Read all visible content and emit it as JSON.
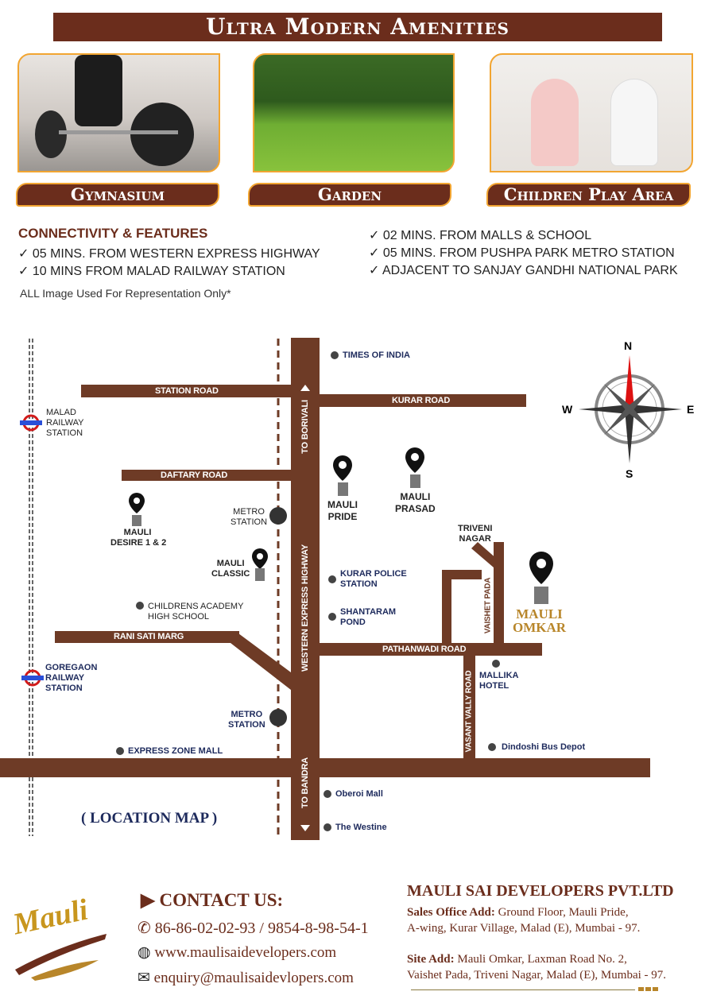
{
  "banner": {
    "title": "Ultra Modern Amenities"
  },
  "amenities": [
    {
      "label": "Gymnasium"
    },
    {
      "label": "Garden"
    },
    {
      "label": "Children Play Area"
    }
  ],
  "connectivity": {
    "heading": "CONNECTIVITY & FEATURES",
    "left": [
      "✓ 05 MINS. FROM WESTERN EXPRESS HIGHWAY",
      "✓ 10 MINS FROM MALAD RAILWAY STATION"
    ],
    "right": [
      "✓ 02 MINS. FROM MALLS & SCHOOL",
      "✓ 05 MINS. FROM PUSHPA PARK METRO STATION",
      "✓ ADJACENT TO SANJAY GANDHI NATIONAL PARK"
    ],
    "disclaimer": "ALL Image Used For Representation Only*"
  },
  "map": {
    "roads": {
      "station": "STATION ROAD",
      "kurar": "KURAR ROAD",
      "daftary": "DAFTARY ROAD",
      "rani": "RANI SATI MARG",
      "pathanwadi": "PATHANWADI ROAD",
      "weh": "WESTERN EXPRESS HIGHWAY",
      "borivali": "TO BORIVALI",
      "bandra": "TO BANDRA",
      "vaishet": "VAISHET PADA",
      "vasant": "VASANT VALLY ROAD"
    },
    "places": {
      "times": "TIMES OF INDIA",
      "malad1": "MALAD",
      "malad2": "RAILWAY",
      "malad3": "STATION",
      "goregaon1": "GOREGAON",
      "goregaon2": "RAILWAY",
      "goregaon3": "STATION",
      "metro1a": "METRO",
      "metro1b": "STATION",
      "metro2a": "METRO",
      "metro2b": "STATION",
      "desire1": "MAULI",
      "desire2": "DESIRE 1 & 2",
      "classic1": "MAULI",
      "classic2": "CLASSIC",
      "pride1": "MAULI",
      "pride2": "PRIDE",
      "prasad1": "MAULI",
      "prasad2": "PRASAD",
      "triveni1": "TRIVENI",
      "triveni2": "NAGAR",
      "omkar1": "MAULI",
      "omkar2": "OMKAR",
      "kurar1": "KURAR POLICE",
      "kurar2": "STATION",
      "shantaram1": "SHANTARAM",
      "shantaram2": "POND",
      "childrens1": "CHILDRENS ACADEMY",
      "childrens2": "HIGH SCHOOL",
      "mallika1": "MALLIKA",
      "mallika2": "HOTEL",
      "express": "EXPRESS ZONE MALL",
      "dindoshi": "Dindoshi Bus Depot",
      "oberoi": "Oberoi Mall",
      "westine": "The Westine"
    },
    "compass": {
      "n": "N",
      "s": "S",
      "e": "E",
      "w": "W"
    },
    "caption": "( LOCATION MAP )"
  },
  "contact": {
    "logo": "Mauli",
    "heading": "CONTACT US:",
    "phone": "86-86-02-02-93 /  9854-8-98-54-1",
    "web": "www.maulisaidevelopers.com",
    "email": "enquiry@maulisaidevlopers.com"
  },
  "company": {
    "name": "MAULI SAI DEVELOPERS PVT.LTD",
    "sales_label": "Sales Office Add:",
    "sales_1": " Ground Floor, Mauli Pride,",
    "sales_2": "A-wing, Kurar Village, Malad (E), Mumbai - 97.",
    "site_label": "Site Add:",
    "site_1": " Mauli Omkar, Laxman Road No. 2,",
    "site_2": "Vaishet Pada, Triveni Nagar, Malad (E), Mumbai - 97."
  },
  "colors": {
    "brown": "#6b2d1c",
    "road": "#6e3b26",
    "orange": "#f2a531",
    "gold": "#b8862a"
  }
}
